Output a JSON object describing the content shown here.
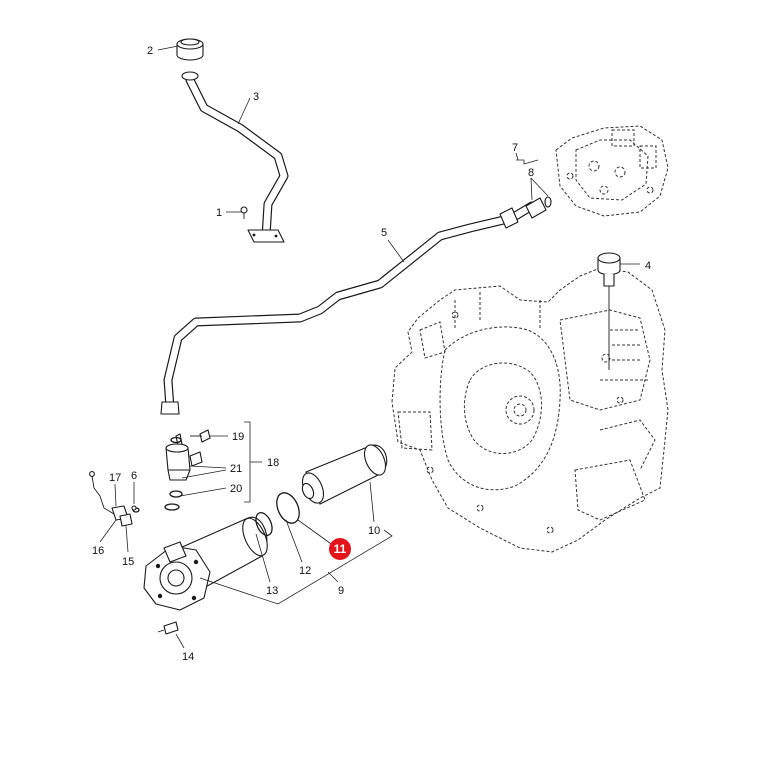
{
  "callouts": [
    {
      "id": "c1",
      "text": "1"
    },
    {
      "id": "c2",
      "text": "2"
    },
    {
      "id": "c3",
      "text": "3"
    },
    {
      "id": "c4",
      "text": "4"
    },
    {
      "id": "c5",
      "text": "5"
    },
    {
      "id": "c6",
      "text": "6"
    },
    {
      "id": "c7",
      "text": "7"
    },
    {
      "id": "c8",
      "text": "8"
    },
    {
      "id": "c9",
      "text": "9"
    },
    {
      "id": "c10",
      "text": "10"
    },
    {
      "id": "c11",
      "text": "11",
      "highlight": true
    },
    {
      "id": "c12",
      "text": "12"
    },
    {
      "id": "c13",
      "text": "13"
    },
    {
      "id": "c14",
      "text": "14"
    },
    {
      "id": "c15",
      "text": "15"
    },
    {
      "id": "c16",
      "text": "16"
    },
    {
      "id": "c17",
      "text": "17"
    },
    {
      "id": "c18",
      "text": "18"
    },
    {
      "id": "c19",
      "text": "19"
    },
    {
      "id": "c20",
      "text": "20"
    },
    {
      "id": "c21",
      "text": "21"
    }
  ],
  "colors": {
    "highlight": "#e3151b",
    "line": "#1a1a1a",
    "background": "#ffffff"
  }
}
